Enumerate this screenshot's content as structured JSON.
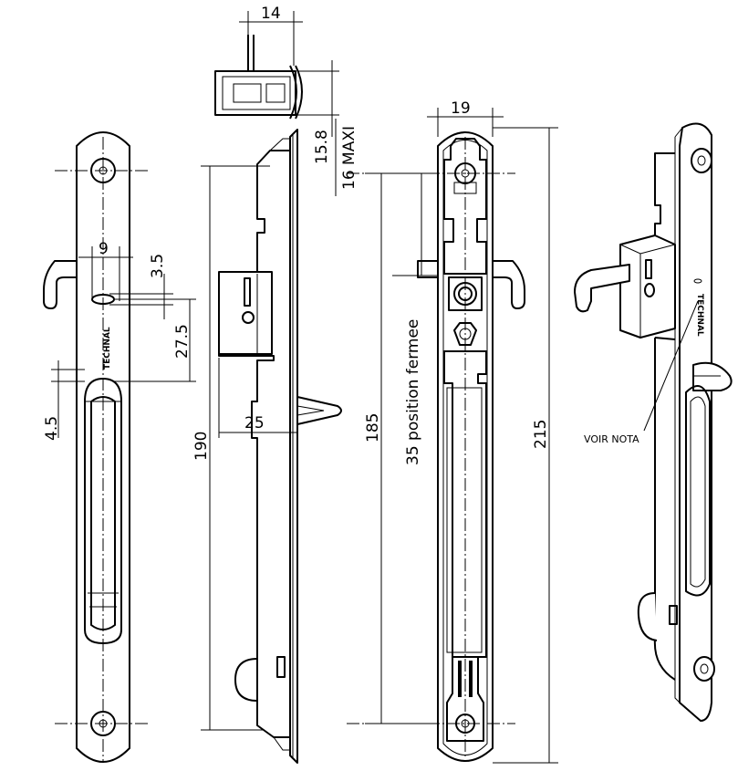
{
  "dimensions": {
    "d14": "14",
    "d9": "9",
    "d3_5": "3.5",
    "d27_5": "27.5",
    "d4_5": "4.5",
    "d15_8": "15.8",
    "d16_maxi": "16 MAXI",
    "d190": "190",
    "d25": "25",
    "d19": "19",
    "d185": "185",
    "d35_position": "35 position fermee",
    "d215": "215"
  },
  "labels": {
    "voir_nota": "VOIR NOTA",
    "brand_front": "TECHNAL",
    "brand_iso": "TECHNAL"
  }
}
